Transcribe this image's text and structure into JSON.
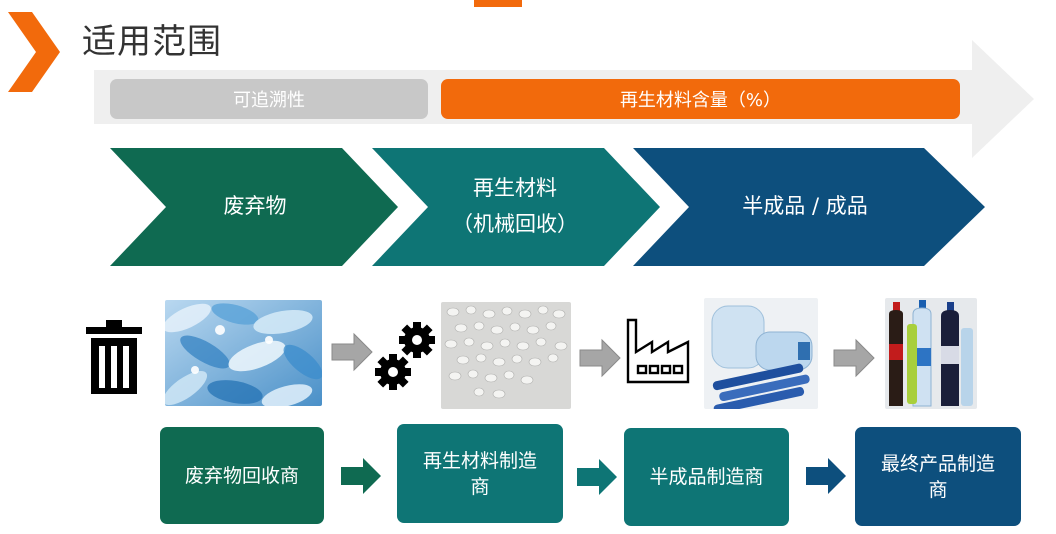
{
  "header": {
    "title": "适用范围"
  },
  "scope_bar": {
    "traceability_label": "可追溯性",
    "recycled_content_label": "再生材料含量（%）"
  },
  "stages": [
    {
      "lines": [
        "废弃物"
      ]
    },
    {
      "lines": [
        "再生材料",
        "（机械回收）"
      ]
    },
    {
      "lines": [
        "半成品 / 成品"
      ]
    }
  ],
  "icons": [
    "trash-can-icon",
    "gears-icon",
    "factory-icon"
  ],
  "actors": [
    {
      "lines": [
        "废弃物回收商"
      ]
    },
    {
      "lines": [
        "再生材料制造",
        "商"
      ]
    },
    {
      "lines": [
        "半成品制造商"
      ]
    },
    {
      "lines": [
        "最终产品制造",
        "商"
      ]
    }
  ],
  "colors": {
    "accent_orange": "#f26a0c",
    "pill_grey": "#c8c8c8",
    "band_grey": "#efefef",
    "green_dark": "#0f6a51",
    "teal": "#0e7575",
    "blue": "#0d4f7d",
    "connector_grey": "#a6a6a6"
  }
}
